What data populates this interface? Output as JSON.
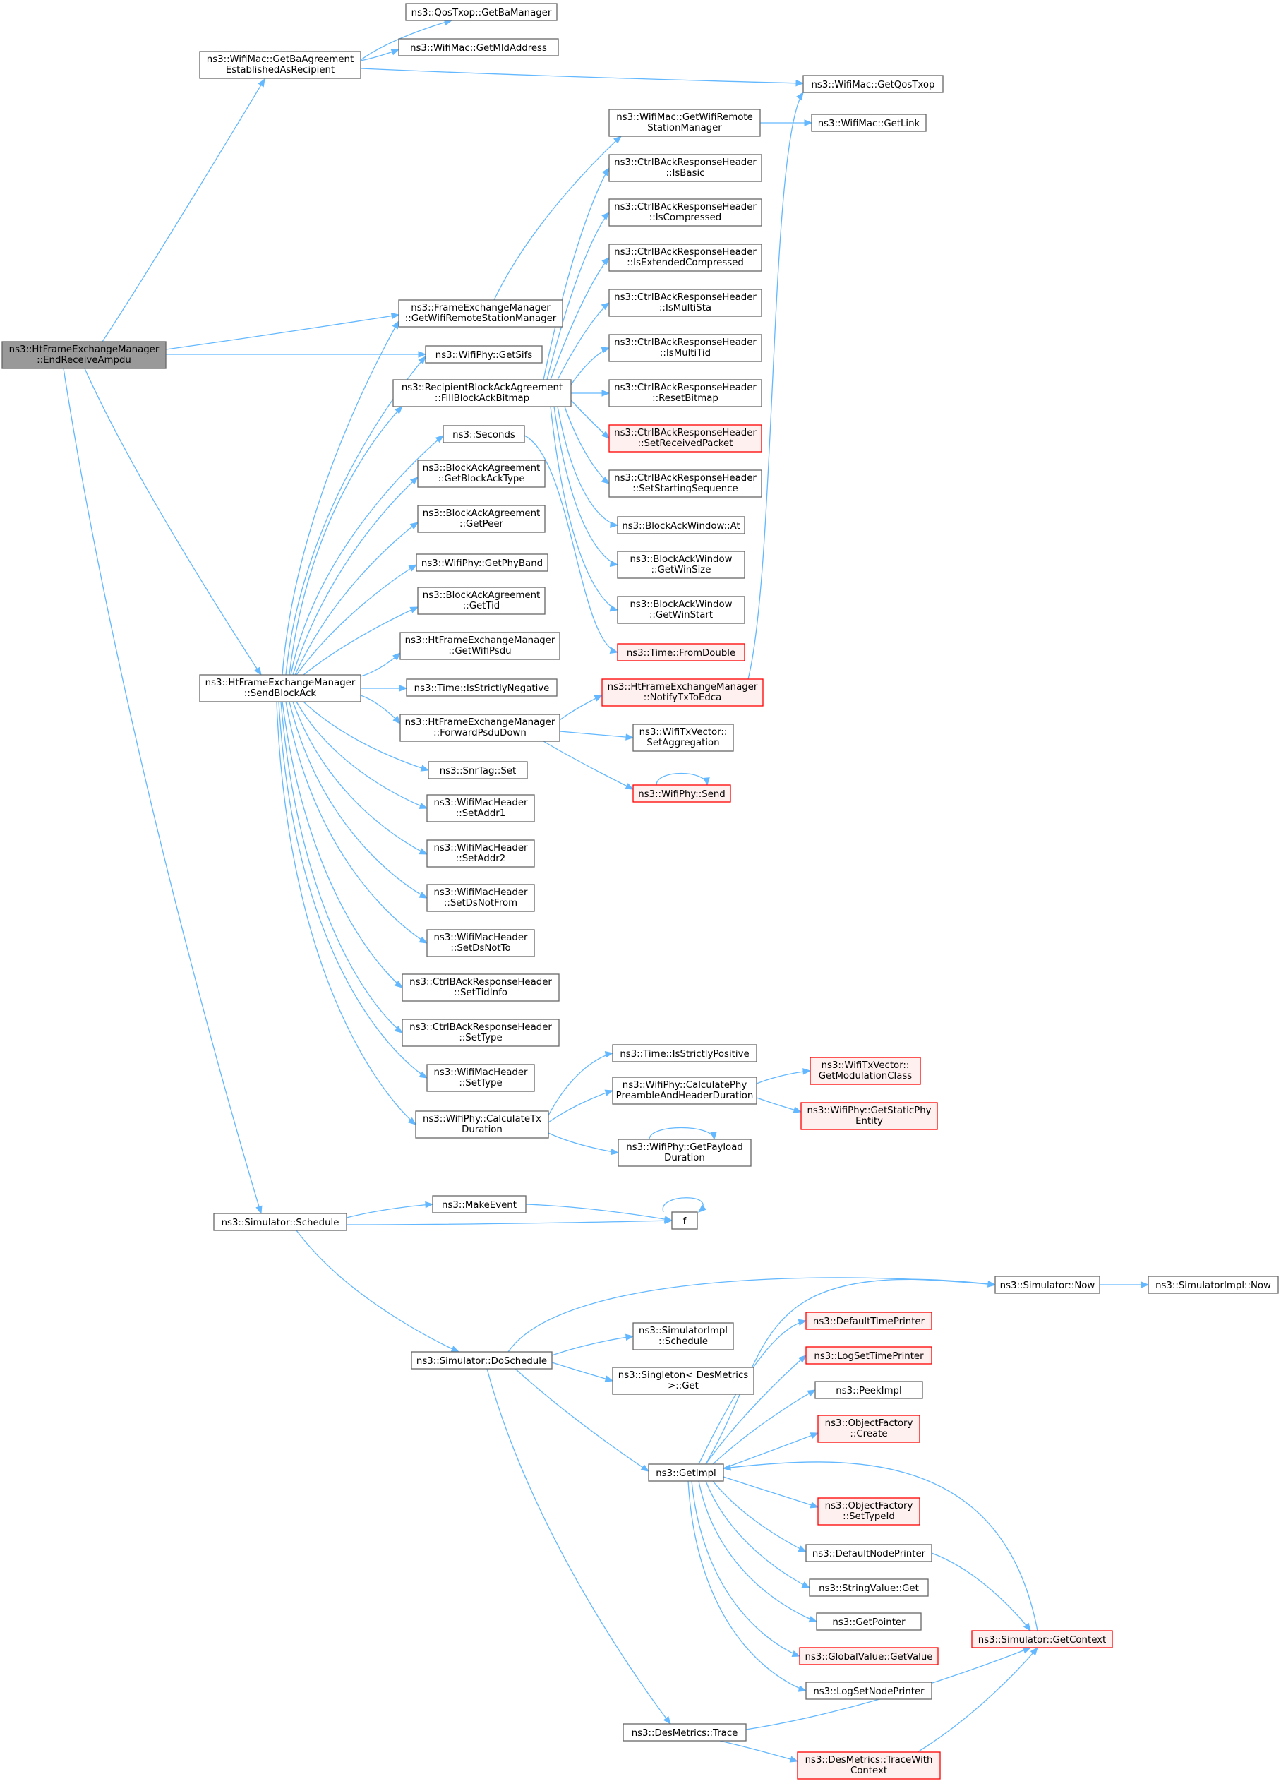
{
  "nodes": {
    "root": {
      "lines": [
        "ns3::HtFrameExchangeManager",
        "::EndReceiveAmpdu"
      ],
      "kind": "root"
    },
    "getBaAgr": {
      "lines": [
        "ns3::WifiMac::GetBaAgreement",
        "EstablishedAsRecipient"
      ]
    },
    "getBaMgr": {
      "lines": [
        "ns3::QosTxop::GetBaManager"
      ]
    },
    "getMld": {
      "lines": [
        "ns3::WifiMac::GetMldAddress"
      ]
    },
    "getQosTxop": {
      "lines": [
        "ns3::WifiMac::GetQosTxop"
      ]
    },
    "getLink": {
      "lines": [
        "ns3::WifiMac::GetLink"
      ]
    },
    "fem_getWrsm": {
      "lines": [
        "ns3::FrameExchangeManager",
        "::GetWifiRemoteStationManager"
      ]
    },
    "mac_getWrsm": {
      "lines": [
        "ns3::WifiMac::GetWifiRemote",
        "StationManager"
      ]
    },
    "getSifs": {
      "lines": [
        "ns3::WifiPhy::GetSifs"
      ]
    },
    "fillBitmap": {
      "lines": [
        "ns3::RecipientBlockAckAgreement",
        "::FillBlockAckBitmap"
      ]
    },
    "isBasic": {
      "lines": [
        "ns3::CtrlBAckResponseHeader",
        "::IsBasic"
      ]
    },
    "isCompressed": {
      "lines": [
        "ns3::CtrlBAckResponseHeader",
        "::IsCompressed"
      ]
    },
    "isExtCompressed": {
      "lines": [
        "ns3::CtrlBAckResponseHeader",
        "::IsExtendedCompressed"
      ]
    },
    "isMultiSta": {
      "lines": [
        "ns3::CtrlBAckResponseHeader",
        "::IsMultiSta"
      ]
    },
    "isMultiTid": {
      "lines": [
        "ns3::CtrlBAckResponseHeader",
        "::IsMultiTid"
      ]
    },
    "resetBitmap": {
      "lines": [
        "ns3::CtrlBAckResponseHeader",
        "::ResetBitmap"
      ]
    },
    "setReceived": {
      "lines": [
        "ns3::CtrlBAckResponseHeader",
        "::SetReceivedPacket"
      ],
      "kind": "trunc"
    },
    "setStartSeq": {
      "lines": [
        "ns3::CtrlBAckResponseHeader",
        "::SetStartingSequence"
      ]
    },
    "bawAt": {
      "lines": [
        "ns3::BlockAckWindow::At"
      ]
    },
    "bawSize": {
      "lines": [
        "ns3::BlockAckWindow",
        "::GetWinSize"
      ]
    },
    "bawStart": {
      "lines": [
        "ns3::BlockAckWindow",
        "::GetWinStart"
      ]
    },
    "fromDouble": {
      "lines": [
        "ns3::Time::FromDouble"
      ],
      "kind": "trunc"
    },
    "seconds": {
      "lines": [
        "ns3::Seconds"
      ]
    },
    "getBaType": {
      "lines": [
        "ns3::BlockAckAgreement",
        "::GetBlockAckType"
      ]
    },
    "getPeer": {
      "lines": [
        "ns3::BlockAckAgreement",
        "::GetPeer"
      ]
    },
    "getPhyBand": {
      "lines": [
        "ns3::WifiPhy::GetPhyBand"
      ]
    },
    "getTid": {
      "lines": [
        "ns3::BlockAckAgreement",
        "::GetTid"
      ]
    },
    "getWifiPsdu": {
      "lines": [
        "ns3::HtFrameExchangeManager",
        "::GetWifiPsdu"
      ]
    },
    "sendBlockAck": {
      "lines": [
        "ns3::HtFrameExchangeManager",
        "::SendBlockAck"
      ]
    },
    "isStrictNeg": {
      "lines": [
        "ns3::Time::IsStrictlyNegative"
      ]
    },
    "notifyTx": {
      "lines": [
        "ns3::HtFrameExchangeManager",
        "::NotifyTxToEdca"
      ],
      "kind": "trunc"
    },
    "fwdPsdu": {
      "lines": [
        "ns3::HtFrameExchangeManager",
        "::ForwardPsduDown"
      ]
    },
    "setAggr": {
      "lines": [
        "ns3::WifiTxVector::",
        "SetAggregation"
      ]
    },
    "snrSet": {
      "lines": [
        "ns3::SnrTag::Set"
      ]
    },
    "phySend": {
      "lines": [
        "ns3::WifiPhy::Send"
      ],
      "kind": "trunc"
    },
    "setAddr1": {
      "lines": [
        "ns3::WifiMacHeader",
        "::SetAddr1"
      ]
    },
    "setAddr2": {
      "lines": [
        "ns3::WifiMacHeader",
        "::SetAddr2"
      ]
    },
    "setDsNotFrom": {
      "lines": [
        "ns3::WifiMacHeader",
        "::SetDsNotFrom"
      ]
    },
    "setDsNotTo": {
      "lines": [
        "ns3::WifiMacHeader",
        "::SetDsNotTo"
      ]
    },
    "setTidInfo": {
      "lines": [
        "ns3::CtrlBAckResponseHeader",
        "::SetTidInfo"
      ]
    },
    "cbSetType": {
      "lines": [
        "ns3::CtrlBAckResponseHeader",
        "::SetType"
      ]
    },
    "hdrSetType": {
      "lines": [
        "ns3::WifiMacHeader",
        "::SetType"
      ]
    },
    "isStrictPos": {
      "lines": [
        "ns3::Time::IsStrictlyPositive"
      ]
    },
    "calcPreamble": {
      "lines": [
        "ns3::WifiPhy::CalculatePhy",
        "PreambleAndHeaderDuration"
      ]
    },
    "getModClass": {
      "lines": [
        "ns3::WifiTxVector::",
        "GetModulationClass"
      ],
      "kind": "trunc"
    },
    "getStaticPhy": {
      "lines": [
        "ns3::WifiPhy::GetStaticPhy",
        "Entity"
      ],
      "kind": "trunc"
    },
    "calcTxDur": {
      "lines": [
        "ns3::WifiPhy::CalculateTx",
        "Duration"
      ]
    },
    "getPayload": {
      "lines": [
        "ns3::WifiPhy::GetPayload",
        "Duration"
      ]
    },
    "simSchedule": {
      "lines": [
        "ns3::Simulator::Schedule"
      ]
    },
    "makeEvent": {
      "lines": [
        "ns3::MakeEvent"
      ]
    },
    "f": {
      "lines": [
        "f"
      ]
    },
    "simNow": {
      "lines": [
        "ns3::Simulator::Now"
      ]
    },
    "simImplNow": {
      "lines": [
        "ns3::SimulatorImpl::Now"
      ]
    },
    "defTimePrinter": {
      "lines": [
        "ns3::DefaultTimePrinter"
      ],
      "kind": "trunc"
    },
    "simDoSchedule": {
      "lines": [
        "ns3::Simulator::DoSchedule"
      ]
    },
    "implSchedule": {
      "lines": [
        "ns3::SimulatorImpl",
        "::Schedule"
      ]
    },
    "logSetTime": {
      "lines": [
        "ns3::LogSetTimePrinter"
      ],
      "kind": "trunc"
    },
    "singletonGet": {
      "lines": [
        "ns3::Singleton< DesMetrics",
        ">::Get"
      ]
    },
    "peekImpl": {
      "lines": [
        "ns3::PeekImpl"
      ]
    },
    "ofCreate": {
      "lines": [
        "ns3::ObjectFactory",
        "::Create"
      ],
      "kind": "trunc"
    },
    "getImpl": {
      "lines": [
        "ns3::GetImpl"
      ]
    },
    "ofSetTypeId": {
      "lines": [
        "ns3::ObjectFactory",
        "::SetTypeId"
      ],
      "kind": "trunc"
    },
    "defNodePrinter": {
      "lines": [
        "ns3::DefaultNodePrinter"
      ]
    },
    "strValGet": {
      "lines": [
        "ns3::StringValue::Get"
      ]
    },
    "getPointer": {
      "lines": [
        "ns3::GetPointer"
      ]
    },
    "getContext": {
      "lines": [
        "ns3::Simulator::GetContext"
      ],
      "kind": "trunc"
    },
    "gvGetValue": {
      "lines": [
        "ns3::GlobalValue::GetValue"
      ],
      "kind": "trunc"
    },
    "logSetNode": {
      "lines": [
        "ns3::LogSetNodePrinter"
      ]
    },
    "desTrace": {
      "lines": [
        "ns3::DesMetrics::Trace"
      ]
    },
    "desTraceCtx": {
      "lines": [
        "ns3::DesMetrics::TraceWith",
        "Context"
      ],
      "kind": "trunc"
    }
  }
}
